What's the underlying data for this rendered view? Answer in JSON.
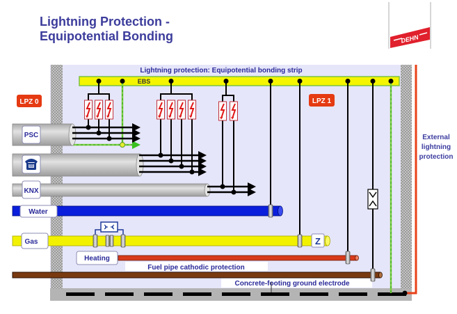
{
  "title": {
    "line1": "Lightning Protection -",
    "line2": "Equipotential Bonding"
  },
  "logo": {
    "text": "DEHN",
    "color": "#e0202c"
  },
  "diagram": {
    "ebs_caption": "Lightning protection: Equipotential bonding strip",
    "ebs_label": "EBS",
    "zones": {
      "outer": "LPZ 0",
      "inner": "LPZ 1"
    },
    "external_label": {
      "line1": "External",
      "line2": "lightning",
      "line3": "protection"
    },
    "services": [
      {
        "id": "psc",
        "label": "PSC",
        "type": "cable",
        "conductors": 3,
        "spd_count": 3
      },
      {
        "id": "telephone",
        "label": "telephone-icon",
        "type": "cable",
        "conductors": 4,
        "spd_count": 4
      },
      {
        "id": "knx",
        "label": "KNX",
        "type": "cable",
        "conductors": 2,
        "spd_count": 2
      },
      {
        "id": "water",
        "label": "Water",
        "type": "pipe",
        "color": "#0a1edc"
      },
      {
        "id": "gas",
        "label": "Gas",
        "type": "pipe",
        "color": "#f2f200",
        "meter_label": "Z"
      },
      {
        "id": "heating",
        "label": "Heating",
        "type": "pipe",
        "color": "#d83a1a"
      },
      {
        "id": "ground",
        "label": "",
        "type": "pipe",
        "color": "#7a3a10"
      }
    ],
    "annotations": {
      "fuel_pipe": "Fuel pipe cathodic protection",
      "ground_electrode": "Concrete-footing ground electrode"
    },
    "colors": {
      "room_bg": "#e6e6fa",
      "ebs": "#f5f500",
      "ebs_border": "#7ac142",
      "pe_green": "#39d020",
      "lpz_badge": "#e53a12",
      "text_blue": "#2a2a9a",
      "external_conductor": "#e84018"
    }
  }
}
